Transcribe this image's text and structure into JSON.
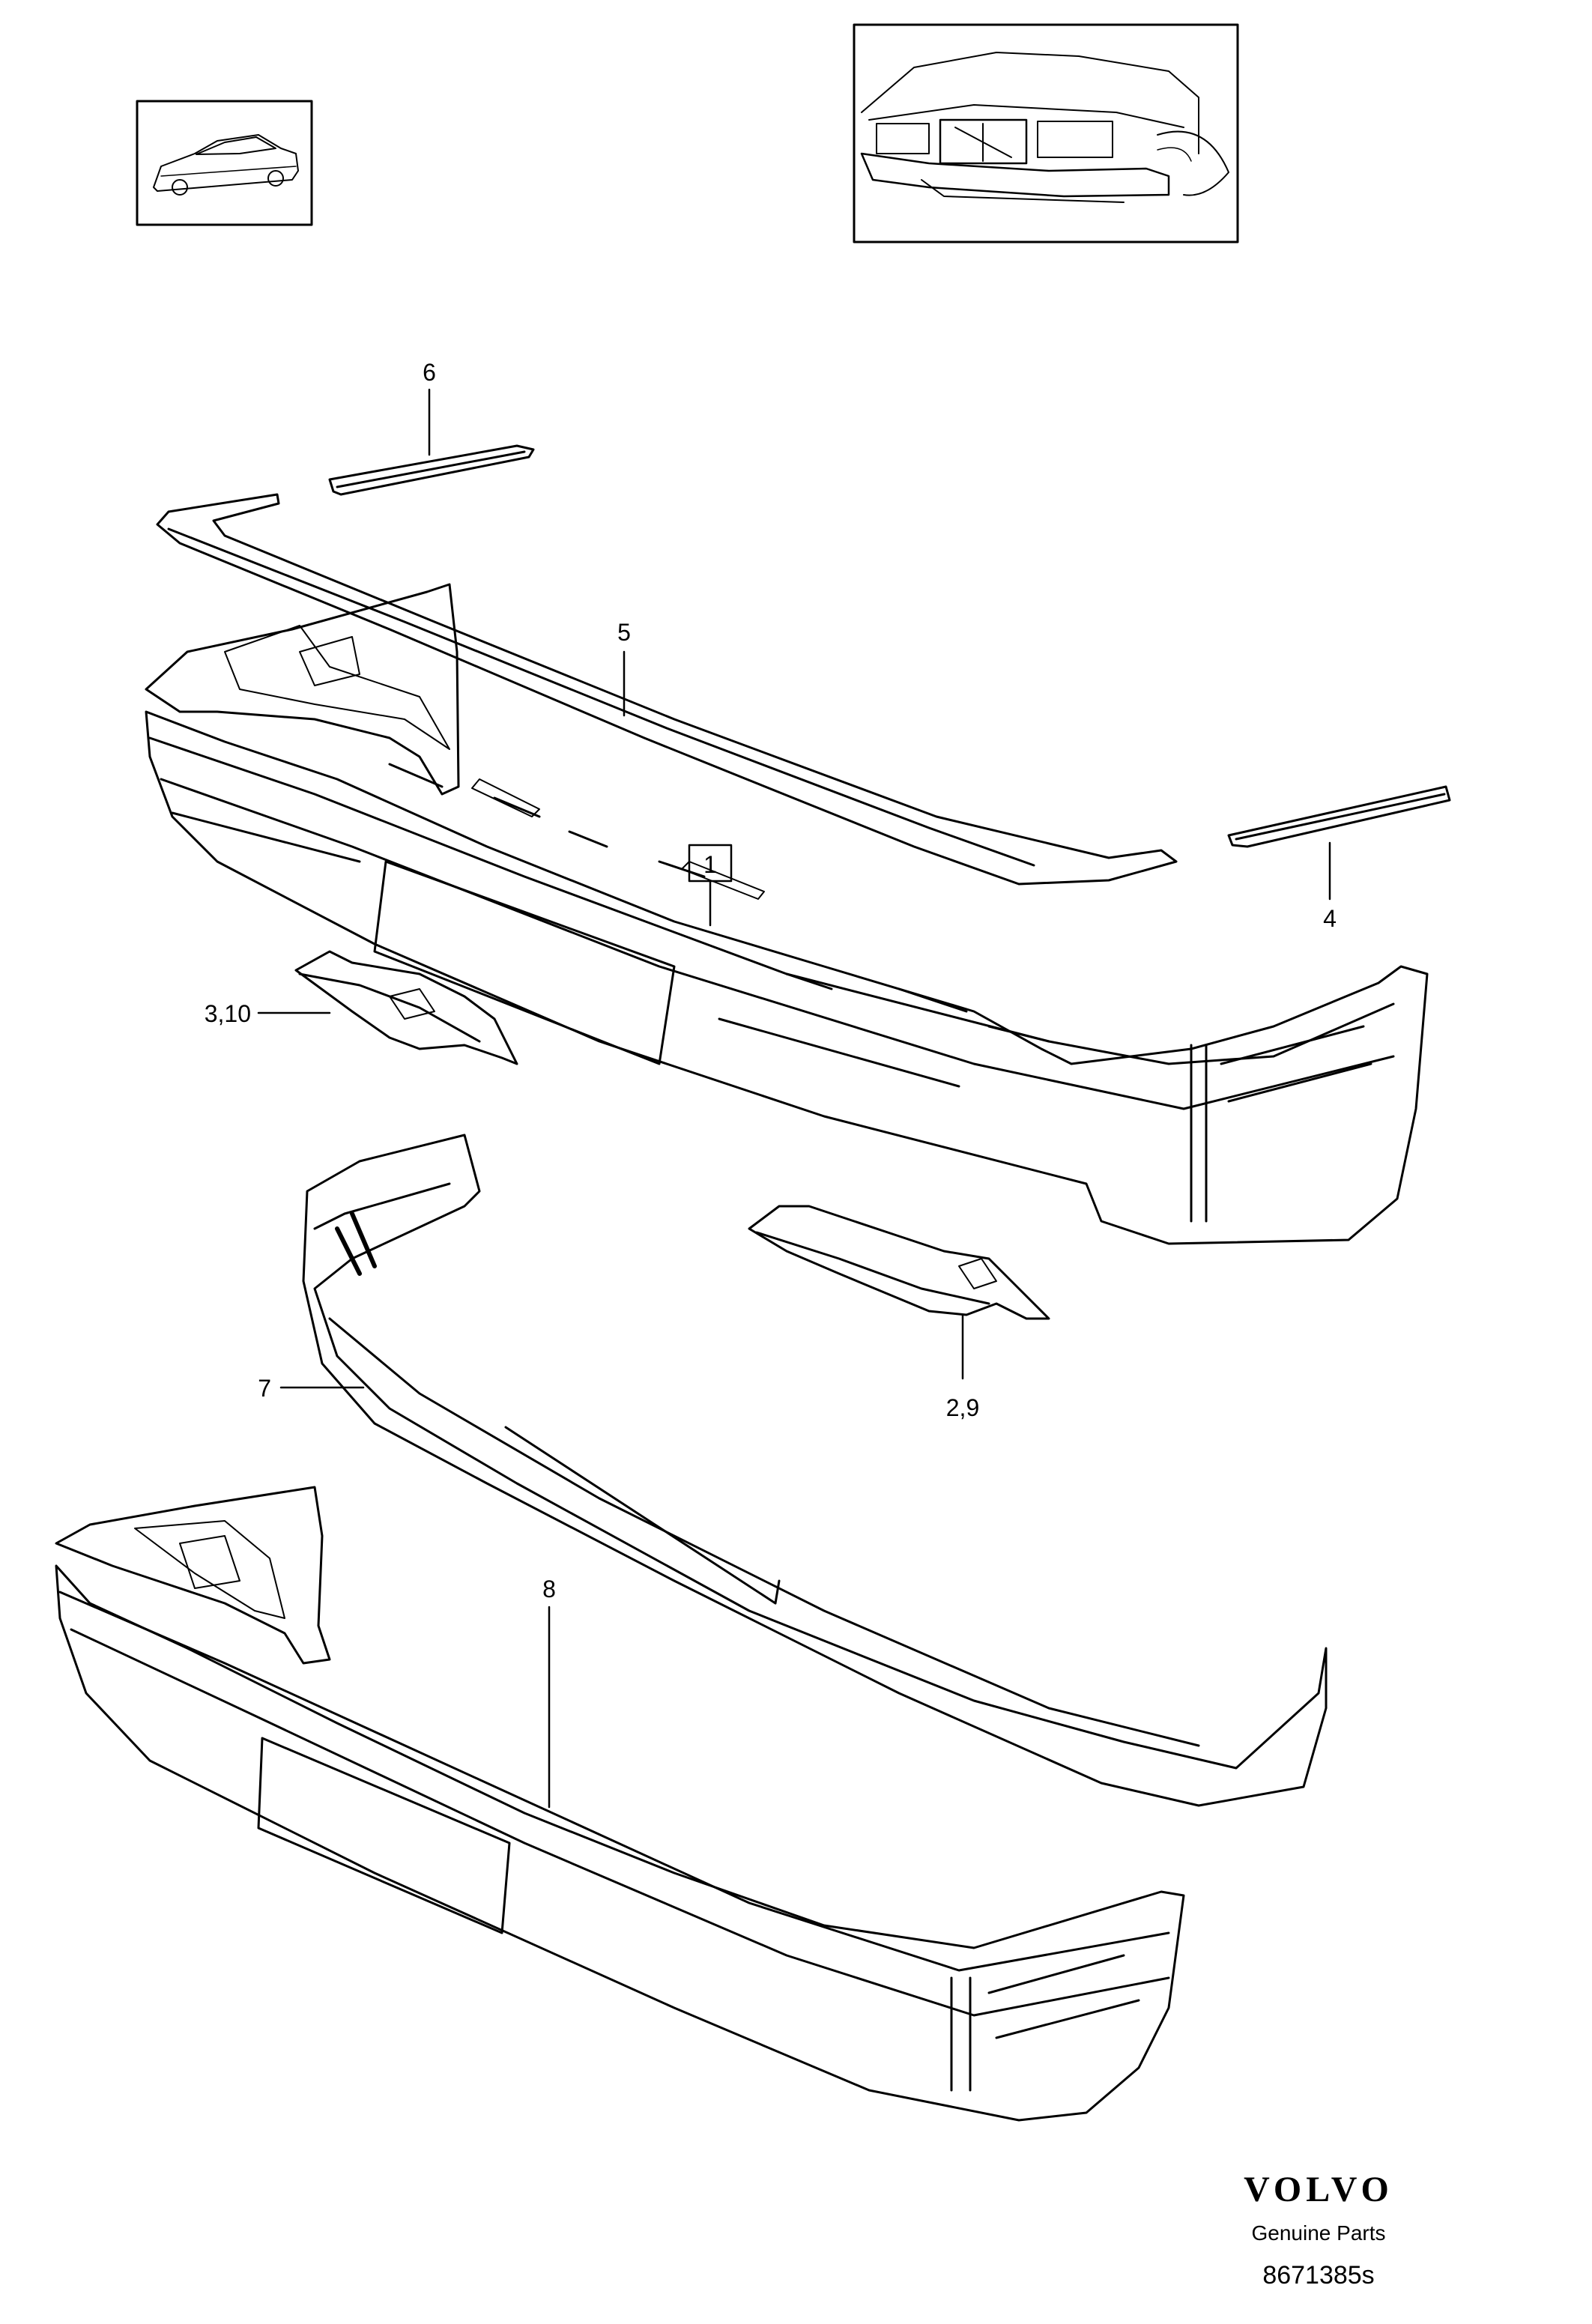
{
  "callouts": {
    "c1": "1",
    "c2_9": "2,9",
    "c3_10": "3,10",
    "c4": "4",
    "c5": "5",
    "c6": "6",
    "c7": "7",
    "c8": "8"
  },
  "brand": {
    "logo": "VOLVO",
    "subtitle": "Genuine Parts"
  },
  "diagram_code": "8671385s"
}
